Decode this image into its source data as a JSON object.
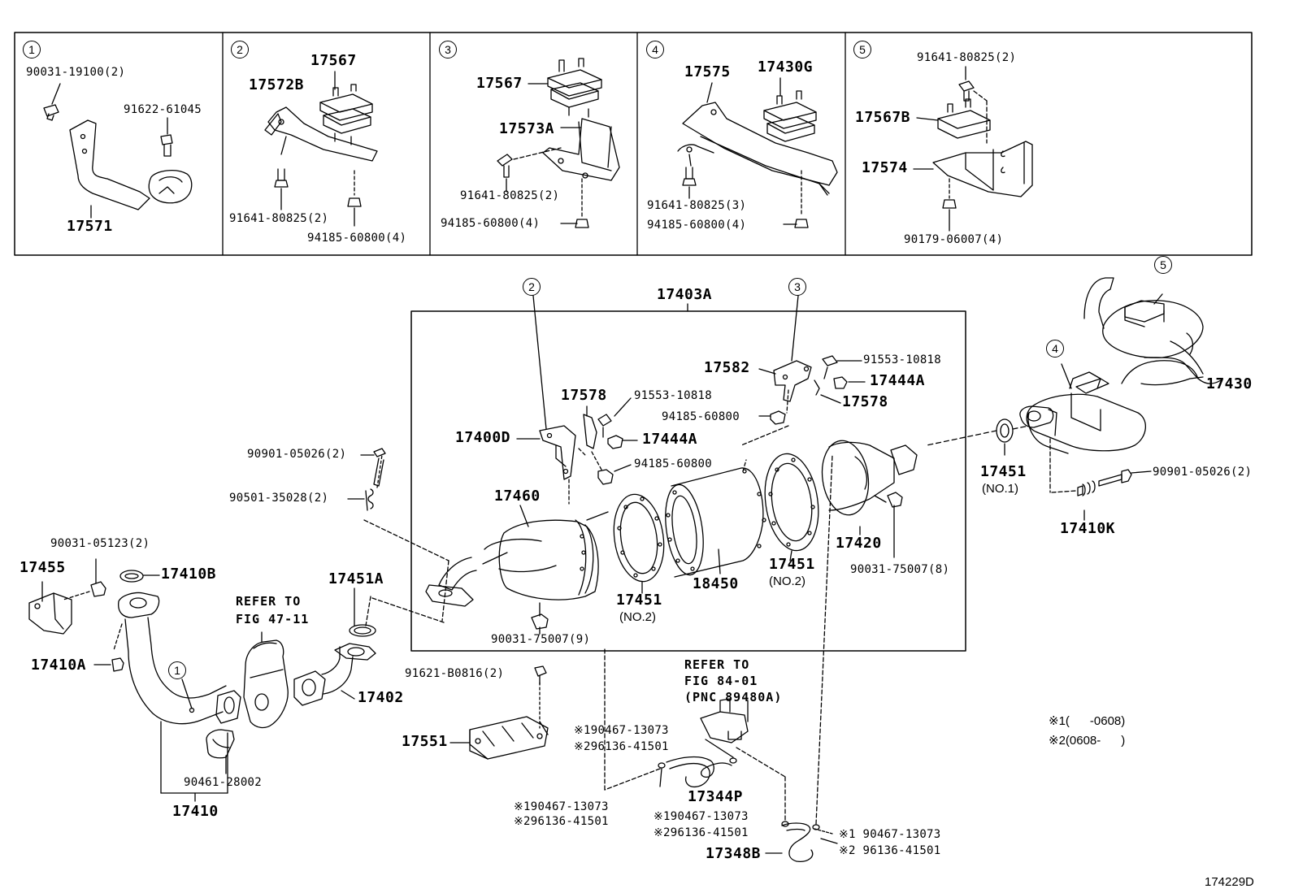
{
  "callouts": {
    "c1": "1",
    "c2": "2",
    "c3": "3",
    "c4": "4",
    "c5": "5"
  },
  "panel1": {
    "p1": "90031-19100(2)",
    "p2": "91622-61045",
    "p3": "17571"
  },
  "panel2": {
    "p1": "17567",
    "p2": "17572B",
    "p3": "91641-80825(2)",
    "p4": "94185-60800(4)"
  },
  "panel3": {
    "p1": "17567",
    "p2": "17573A",
    "p3": "91641-80825(2)",
    "p4": "94185-60800(4)"
  },
  "panel4": {
    "p1": "17575",
    "p2": "17430G",
    "p3": "91641-80825(3)",
    "p4": "94185-60800(4)"
  },
  "panel5": {
    "p1": "91641-80825(2)",
    "p2": "17567B",
    "p3": "17574",
    "p4": "90179-06007(4)"
  },
  "main": {
    "assy": "17403A",
    "bracket_front": "17400D",
    "stay_a": "17578",
    "bolt_a": "91553-10818",
    "grommet_a": "17444A",
    "nut_a": "94185-60800",
    "bracket_rear": "17582",
    "bolt_b": "91553-10818",
    "grommet_b": "17444A",
    "stay_b": "17578",
    "nut_b": "94185-60800",
    "converter": "17460",
    "gasket_l": "17451",
    "gasket_l_note": "(NO.2)",
    "filter": "18450",
    "gasket_r": "17451",
    "gasket_r_note": "(NO.2)",
    "cone": "17420",
    "nut_c": "90031-75007(8)",
    "nut_d": "90031-75007(9)",
    "muffler": "17430",
    "gasket_no1": "17451",
    "gasket_no1_note": "(NO.1)",
    "bolt_c": "90901-05026(2)",
    "spring_c": "17410K",
    "bolt_d": "90901-05026(2)",
    "spring_d": "90501-35028(2)",
    "bolt_e": "90031-05123(2)",
    "cover": "17455",
    "gasket_b": "17410B",
    "ref1_a": "REFER TO",
    "ref1_b": "FIG 47-11",
    "gasket_a": "17451A",
    "plug": "17410A",
    "pipe_front": "17402",
    "clamp": "90461-28002",
    "pipe_assy": "17410",
    "bolt_f": "91621-B0816(2)",
    "heat_ins": "17551",
    "ref2_a": "REFER TO",
    "ref2_b": "FIG 84-01",
    "ref2_c": "(PNC 89480A)",
    "clip1a": "※190467-13073",
    "clip1b": "※296136-41501",
    "hose1": "17344P",
    "clip2a": "※190467-13073",
    "clip2b": "※296136-41501",
    "clip3a": "※190467-13073",
    "clip3b": "※296136-41501",
    "hose2": "17348B",
    "clip4a": "※1 90467-13073",
    "clip4b": "※2 96136-41501",
    "note1": "※1(      -0608)",
    "note2": "※2(0608-      )",
    "figure_id": "174229D"
  }
}
